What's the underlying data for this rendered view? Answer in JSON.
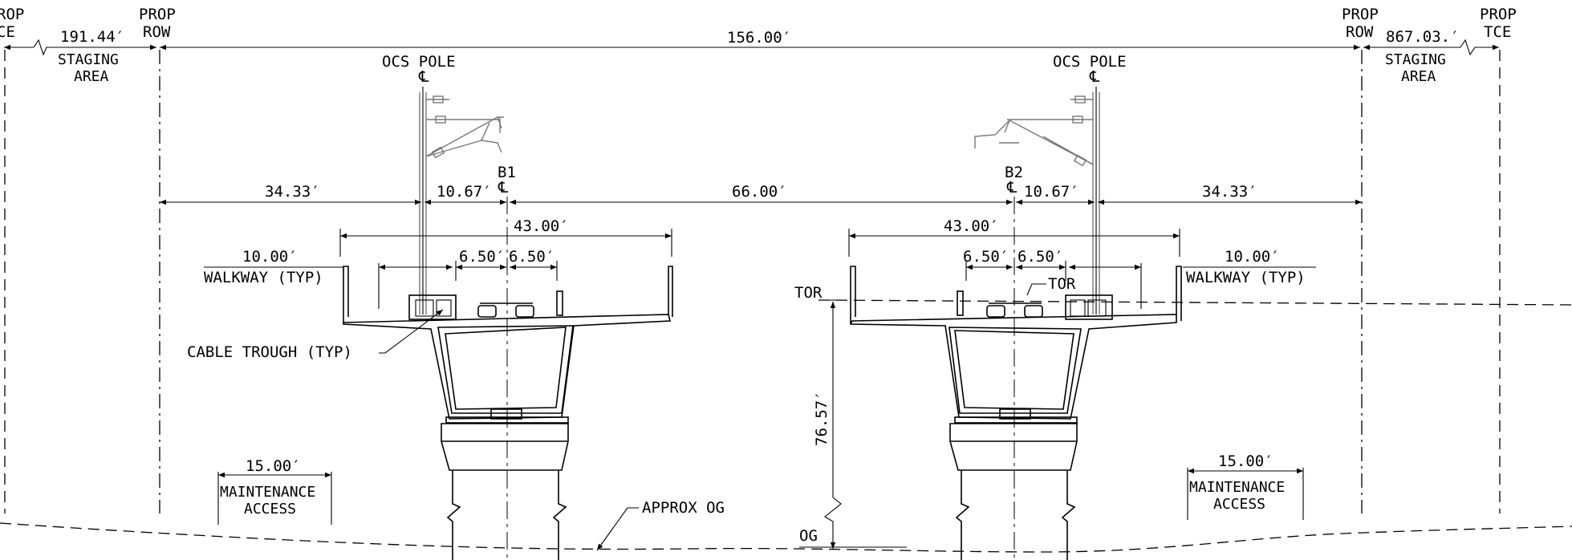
{
  "labels": {
    "prop_tce": "PROP",
    "tce": "TCE",
    "prop": "PROP",
    "row": "ROW",
    "staging": "STAGING",
    "area": "AREA",
    "ocs_pole": "OCS POLE",
    "centerline": "℄",
    "b1": "B1",
    "b2": "B2",
    "walkway_typ": "WALKWAY (TYP)",
    "cable_trough_typ": "CABLE TROUGH (TYP)",
    "maintenance": "MAINTENANCE",
    "access": "ACCESS",
    "tor": "TOR",
    "approx_og": "APPROX OG",
    "og": "OG",
    "tce_left_partial": "ROP",
    "tce_left_partial2": "CE"
  },
  "dimensions": {
    "left_staging": "191.44′",
    "right_staging": "867.03.′",
    "row_width": "156.00′",
    "left_outer": "34.33′",
    "left_pole_to_b1": "10.67′",
    "b1_to_b2": "66.00′",
    "right_pole_to_b2": "10.67′",
    "right_outer": "34.33′",
    "deck_width": "43.00′",
    "track_half": "6.50′",
    "walkway": "10.00′",
    "height": "76.57′",
    "maintenance_access": "15.00′"
  }
}
